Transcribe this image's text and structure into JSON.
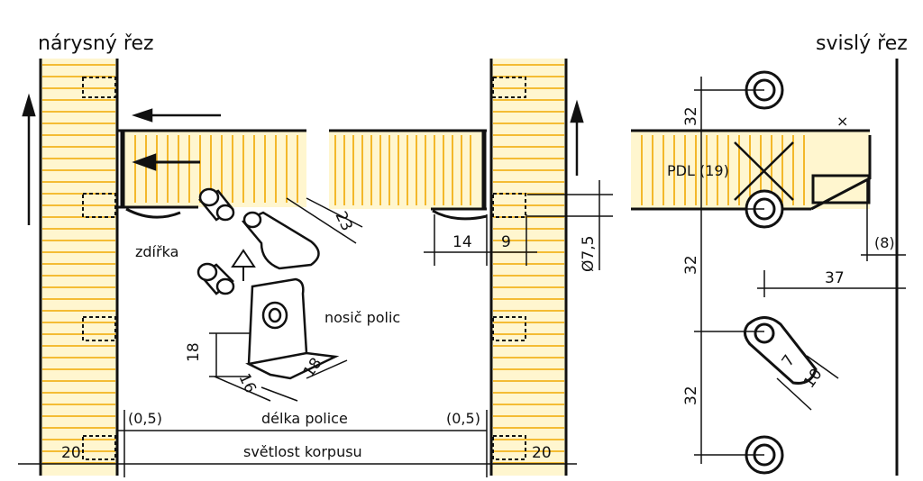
{
  "titles": {
    "front_section": "nárysný řez",
    "vertical_section": "svislý řez"
  },
  "labels": {
    "socket": "zdířka",
    "shelf_support": "nosič polic",
    "shelf_length": "délka police",
    "carcass_clearance": "světlost korpusu",
    "pdl": "PDL (19)",
    "cross_mark": "×"
  },
  "dimensions": {
    "d23": "23",
    "d14": "14",
    "d9": "9",
    "d_diam": "Ø7,5",
    "d18v": "18",
    "d16": "16",
    "d18h": "18",
    "d05_left": "(0,5)",
    "d05_right": "(0,5)",
    "d20_left": "20",
    "d20_right": "20",
    "d32_a": "32",
    "d32_b": "32",
    "d32_c": "32",
    "d37": "37",
    "d8": "(8)",
    "d7": "7",
    "d10": "10"
  },
  "colors": {
    "wood_hatch": "#f0a800",
    "wood_fill": "#fff6cf",
    "line": "#111111"
  }
}
